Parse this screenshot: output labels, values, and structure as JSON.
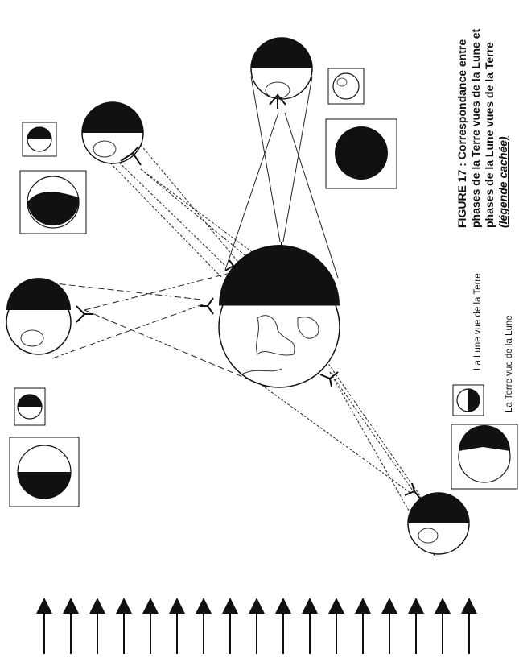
{
  "caption": {
    "line1": "FIGURE 17 : Correspondance entre",
    "line2": "phases de la Terre vues de la Lune et",
    "line3": "phases de la Lune vues de la Terre",
    "line4": "(légende cachée)"
  },
  "legend": {
    "moon_from_earth": "La Lune vue de la Terre",
    "earth_from_moon": "La Terre vue de la Lune"
  },
  "sunlight_arrows": {
    "count": 17,
    "direction": "up"
  },
  "colors": {
    "ink": "#111111",
    "dark_side": "#111111",
    "background": "#ffffff"
  }
}
